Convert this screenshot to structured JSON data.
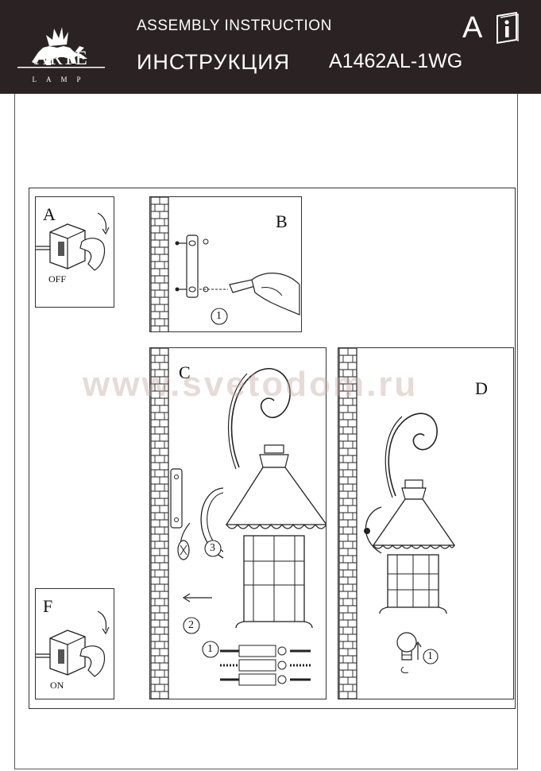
{
  "header": {
    "brand": "ARTE",
    "brand_sub": "LAMP",
    "title_en": "ASSEMBLY INSTRUCTION",
    "title_ru": "ИНСТРУКЦИЯ",
    "model": "A1462AL-1WG",
    "doc_letter": "A",
    "icon": "info-book-icon",
    "background": "#2a2223"
  },
  "panels": {
    "a": {
      "label": "A",
      "caption": "OFF"
    },
    "b": {
      "label": "B",
      "step": "1"
    },
    "c": {
      "label": "C",
      "steps": [
        "3",
        "2",
        "1"
      ]
    },
    "d": {
      "label": "D",
      "step": "1"
    },
    "f": {
      "label": "F",
      "caption": "ON"
    }
  },
  "watermark": "www.svetodom.ru"
}
